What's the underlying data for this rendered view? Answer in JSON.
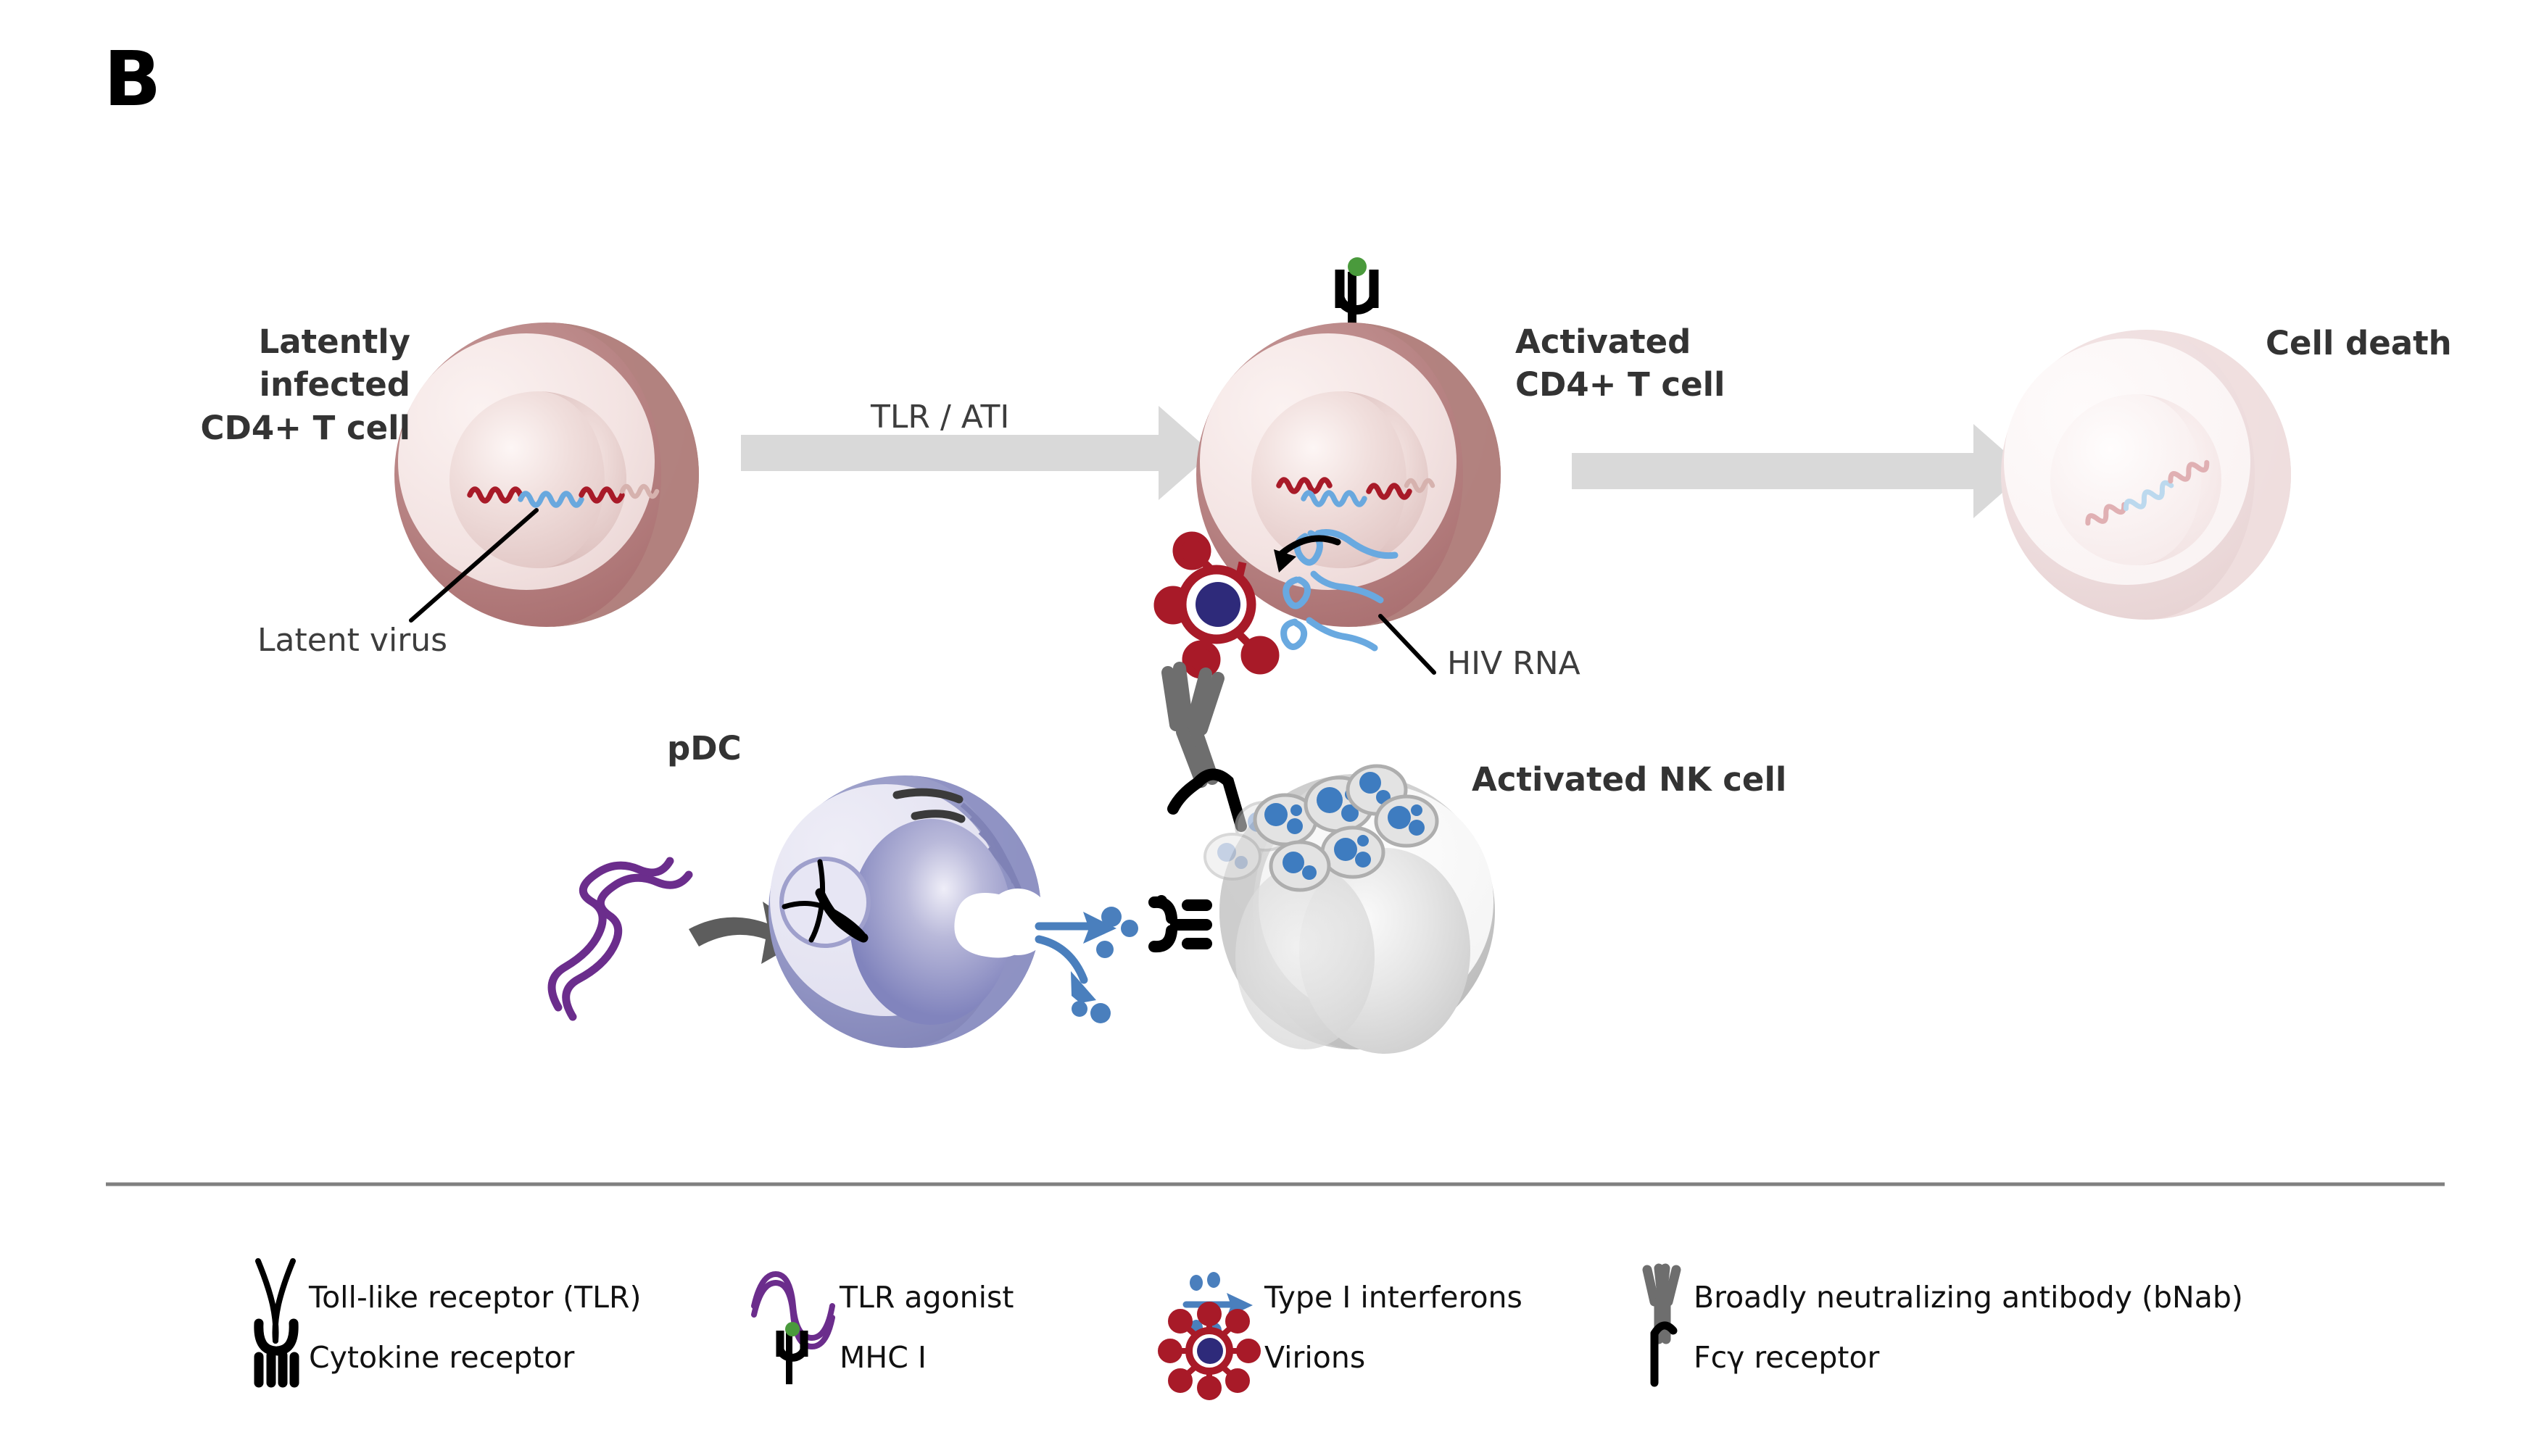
{
  "figure": {
    "panel_letter": "B",
    "background_color": "#ffffff",
    "divider_color": "#808080"
  },
  "labels": {
    "latently_infected": "Latently infected\nCD4+ T cell",
    "latent_virus": "Latent virus",
    "tlr_ati_arrow": "TLR / ATI",
    "activated_cd4": "Activated\nCD4+ T cell",
    "hiv_rna": "HIV RNA",
    "cell_death": "Cell death",
    "pdc": "pDC",
    "activated_nk": "Activated NK cell"
  },
  "colors": {
    "tcell_membrane": "#b07f80",
    "tcell_cytoplasm": "#f2e2e1",
    "tcell_nucleus": "#e8cfcd",
    "pdc_membrane": "#8f92c0",
    "pdc_cytoplasm": "#e4e3f2",
    "pdc_nucleus": "#8e8fc4",
    "nk_membrane": "#c9c9c9",
    "nk_cytoplasm": "#f4f4f4",
    "nk_nucleus": "#dcdcdc",
    "granule_blue": "#3e7cc0",
    "virion_red": "#a81a28",
    "virion_core": "#2e2a7a",
    "interferon_blue": "#4a7fbd",
    "dna_red": "#a81a28",
    "rna_blue": "#63a9e0",
    "tlr_agonist_purple": "#6b2d8c",
    "antibody_gray": "#6e6e6e",
    "arrow_gray": "#d9d9d9",
    "arrow_dark_gray": "#5d5d5d",
    "mhc_green": "#4a9a3c",
    "text_bold": "#333333",
    "text_thin": "#3d3d3d"
  },
  "legend": {
    "items": [
      {
        "id": "toll-like-receptor",
        "icon": "tlr-icon",
        "label": "Toll-like receptor (TLR)"
      },
      {
        "id": "cytokine-receptor",
        "icon": "cytokine-receptor-icon",
        "label": "Cytokine receptor"
      },
      {
        "id": "tlr-agonist",
        "icon": "tlr-agonist-icon",
        "label": "TLR agonist"
      },
      {
        "id": "mhc-i",
        "icon": "mhc-i-icon",
        "label": "MHC I"
      },
      {
        "id": "type-i-interferons",
        "icon": "interferon-icon",
        "label": "Type I interferons"
      },
      {
        "id": "virions",
        "icon": "virion-icon",
        "label": "Virions"
      },
      {
        "id": "bnab",
        "icon": "antibody-icon",
        "label": "Broadly neutralizing antibody (bNab)"
      },
      {
        "id": "fc-gamma-receptor",
        "icon": "fc-gamma-receptor-icon",
        "label": "Fcγ receptor"
      }
    ]
  }
}
